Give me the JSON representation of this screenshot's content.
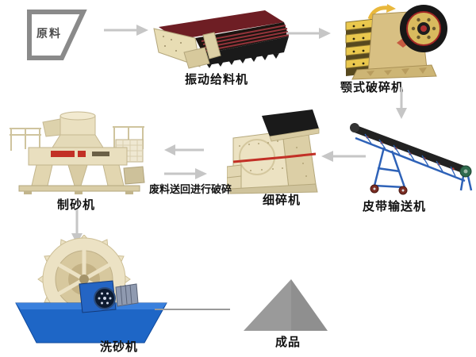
{
  "labels": {
    "raw_material": "原料",
    "feeder": "振动给料机",
    "jaw_crusher": "颚式破碎机",
    "conveyor": "皮带输送机",
    "fine_crusher": "细碎机",
    "recycle_note": "废料送回进行破碎",
    "sand_maker": "制砂机",
    "washer": "洗砂机",
    "product": "成品"
  },
  "icons": {
    "raw_material": "hopper-outline-icon",
    "product": "sand-pile-triangle-icon",
    "flow_arrows": "gray-arrow-icon"
  },
  "colors": {
    "background": "#ffffff",
    "arrow": "#c6c6c6",
    "connector_line": "#999999",
    "label_text": "#111111",
    "hopper_outline": "#8a8a8a",
    "hopper_text": "#4d4d4d",
    "feeder_red": "#6e1e24",
    "machine_cream": "#e8ddb4",
    "machine_black": "#1a1a1a",
    "crusher_tan": "#d8c083",
    "crusher_yellow": "#eac84e",
    "stripe_red": "#c23026",
    "conveyor_blue": "#2e62b8",
    "washer_blue": "#1e66c6",
    "wheel_cream": "#ece2c4",
    "product_gray": "#8f8f8f"
  }
}
